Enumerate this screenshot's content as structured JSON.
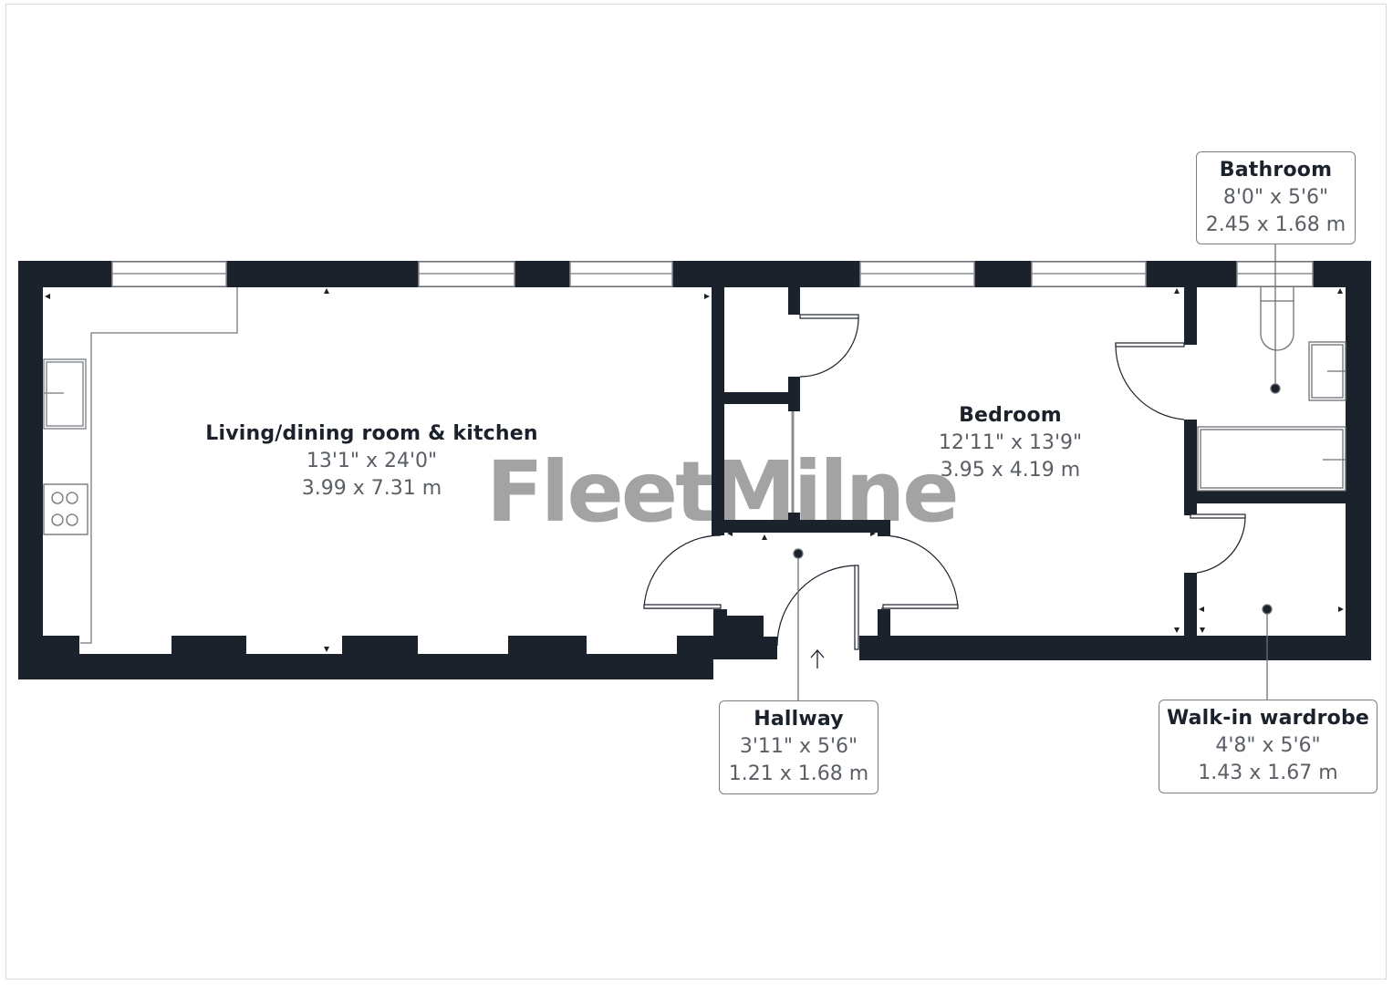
{
  "watermark": "FleetMilne",
  "colors": {
    "wall": "#1c222c",
    "text_title": "#1c222c",
    "text_dim": "#5a5f66",
    "watermark": "#a3a3a3",
    "label_border": "#7b7f85",
    "background": "#ffffff"
  },
  "rooms": {
    "living": {
      "name": "Living/dining room & kitchen",
      "imperial": "13'1\" x 24'0\"",
      "metric": "3.99 x 7.31 m"
    },
    "bedroom": {
      "name": "Bedroom",
      "imperial": "12'11\" x 13'9\"",
      "metric": "3.95 x 4.19 m"
    },
    "bathroom": {
      "name": "Bathroom",
      "imperial": "8'0\" x 5'6\"",
      "metric": "2.45 x 1.68 m"
    },
    "hallway": {
      "name": "Hallway",
      "imperial": "3'11\" x 5'6\"",
      "metric": "1.21 x 1.68 m"
    },
    "wardrobe": {
      "name": "Walk-in wardrobe",
      "imperial": "4'8\" x 5'6\"",
      "metric": "1.43 x 1.67 m"
    }
  },
  "icons": [
    "entrance-arrow-icon",
    "hob-icon",
    "sink-icon",
    "toilet-icon",
    "basin-icon",
    "bath-icon"
  ]
}
